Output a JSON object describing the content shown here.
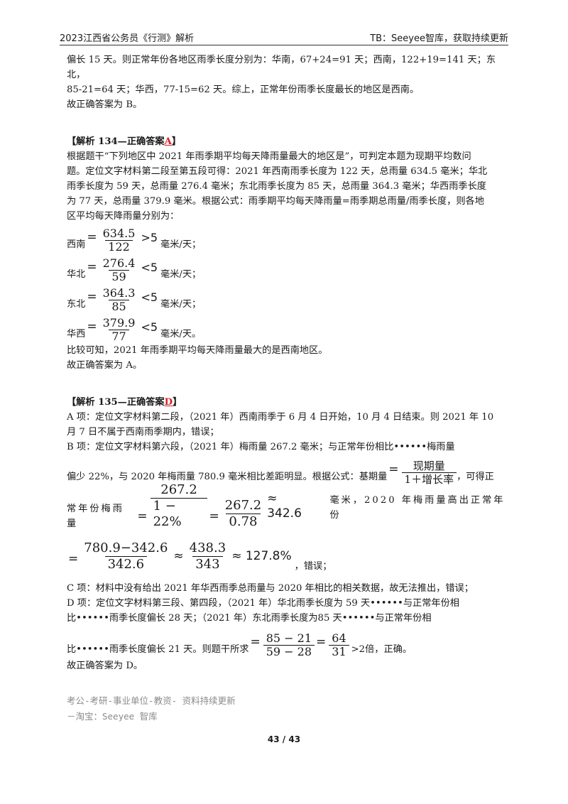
{
  "header": {
    "left": "2023江西省公务员《行测》解析",
    "right": "TB：Seeyee智库，获取持续更新"
  },
  "intro": {
    "line1": "偏长 15 天。则正常年份各地区雨季长度分别为：华南，67+24=91 天；西南，122+19=141 天；东北，",
    "line2": "85-21=64 天；华西，77-15=62 天。综上，正常年份雨季长度最长的地区是西南。",
    "answer": "故正确答案为 B。"
  },
  "s134": {
    "title_prefix": "【解析 134—正确答案",
    "title_answer": "A",
    "title_suffix": "】",
    "line1": "根据题干“下列地区中 2021 年雨季期平均每天降雨量最大的地区是”，可判定本题为现期平均数问",
    "line2": "题。定位文字材料第二段至第五段可得：2021 年西南雨季长度为 122 天，总雨量 634.5 毫米；华北",
    "line3": "雨季长度为 59 天，总雨量 276.4 毫米；东北雨季长度为 85 天，总雨量 364.3 毫米；华西雨季长度",
    "line4": "为 77 天，总雨量 379.9 毫米。根据公式：雨季期平均每天降雨量=雨季期总雨量/雨季长度，则各地",
    "line5": "区平均每天降雨量分别为：",
    "rows": [
      {
        "label": "西南",
        "num": "634.5",
        "den": "122",
        "rel": ">5",
        "unit": "毫米/天；"
      },
      {
        "label": "华北",
        "num": "276.4",
        "den": "59",
        "rel": "<5",
        "unit": "毫米/天；"
      },
      {
        "label": "东北",
        "num": "364.3",
        "den": "85",
        "rel": "<5",
        "unit": "毫米/天；"
      },
      {
        "label": "华西",
        "num": "379.9",
        "den": "77",
        "rel": "<5",
        "unit": "毫米/天。"
      }
    ],
    "conclusion": "比较可知，2021 年雨季期平均每天降雨量最大的是西南地区。",
    "answer": "故正确答案为 A。"
  },
  "s135": {
    "title_prefix": "【解析 135—正确答案",
    "title_answer": "D",
    "title_suffix": "】",
    "a_line1": "A 项：定位文字材料第二段，（2021 年）西南雨季于 6 月 4 日开始，10 月 4 日结束。则 2021 年 10",
    "a_line2": "月 7 日不属于西南雨季期内，错误；",
    "b_line1": "B 项：定位文字材料第六段，（2021 年）梅雨量 267.2 毫米；与正常年份相比••••••梅雨量",
    "b_line2_pre": "偏少 22%，与 2020 年梅雨量 780.9 毫米相比差距明显。根据公式：基期量",
    "b_formula_num": "现期量",
    "b_formula_den": "1＋增长率",
    "b_line2_post": "，可得正",
    "b_line3_pre": "常年份梅雨量",
    "b_f1_num": "267.2",
    "b_f1_den": "1 − 22%",
    "b_f2_num": "267.2",
    "b_f2_den": "0.78",
    "b_f2_result": "≈ 342.6",
    "b_line3_post": "毫米，2020 年梅雨量高出正常年份",
    "b_f3_num": "780.9−342.6",
    "b_f3_den": "342.6",
    "b_f4_num": "438.3",
    "b_f4_den": "343",
    "b_f4_result": "≈ 127.8%",
    "b_line4_post": "，错误；",
    "c_line1": "C 项：材料中没有给出 2021 年华西雨季总雨量与 2020 年相比的相关数据，故无法推出，错误；",
    "d_line1": "D 项：定位文字材料第三段、第四段，（2021 年）华北雨季长度为 59 天••••••与正常年份相",
    "d_line2": "比••••••雨季长度偏长 28 天；（2021 年）东北雨季长度为85 天••••••与正常年份相",
    "d_line3_pre": "比••••••雨季长度偏长 21 天。则题干所求",
    "d_f1_num": "85 − 21",
    "d_f1_den": "59 − 28",
    "d_f2_num": "64",
    "d_f2_den": "31",
    "d_line3_post": ">2倍，正确。",
    "answer": "故正确答案为 D。"
  },
  "footer": {
    "note1": "考公-考研-事业单位-教资- 资料持续更新",
    "note2": "－淘宝：Seeyee 智库",
    "page": "43 / 43"
  }
}
